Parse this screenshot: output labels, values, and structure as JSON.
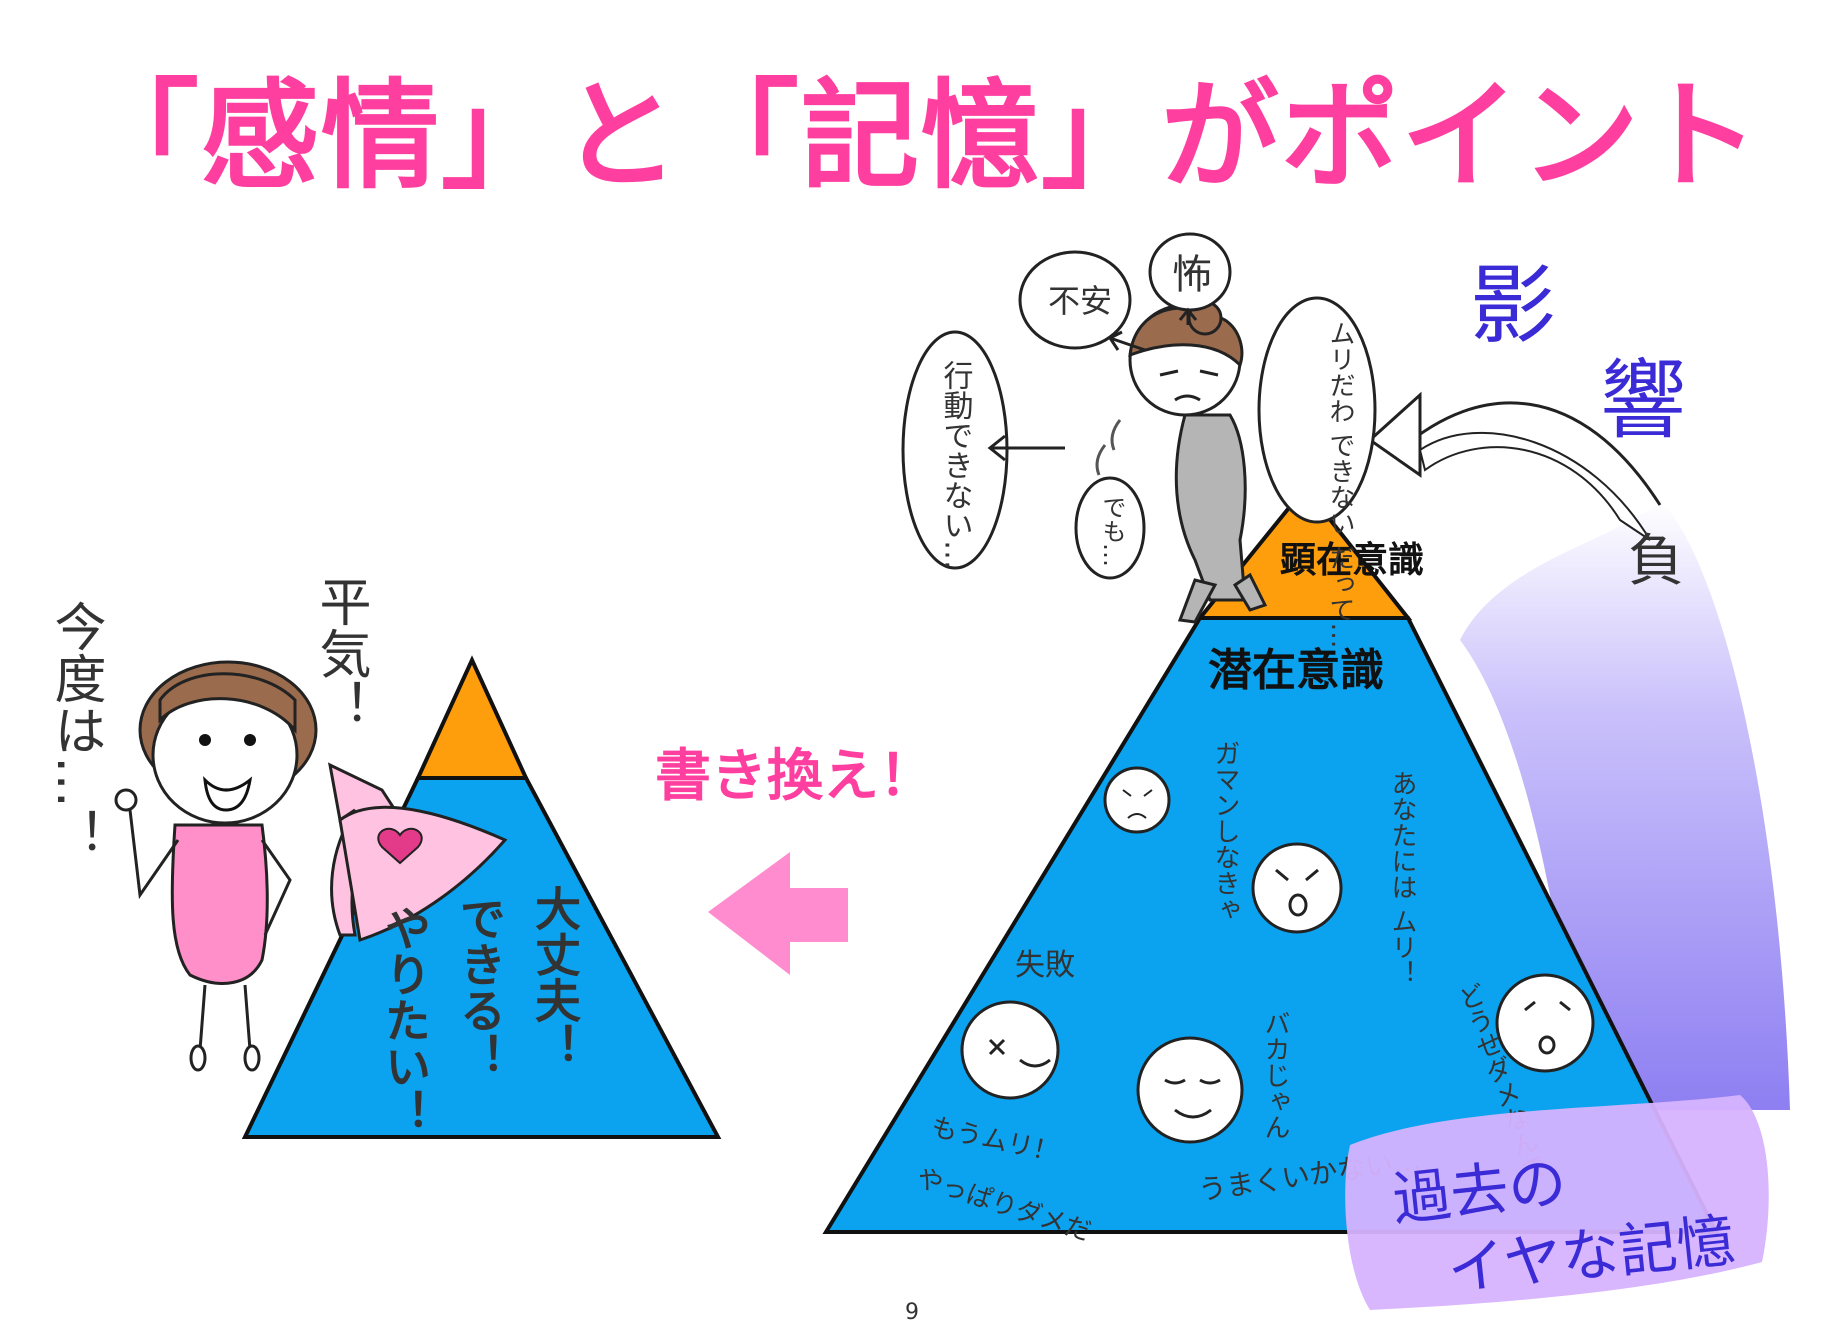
{
  "title": "「感情」と「記憶」がポイント",
  "colors": {
    "title": "#ff3fa0",
    "blue": "#0ba3ef",
    "orange": "#ff9e0c",
    "pink_arrow": "#ff8ccf",
    "pink_label": "#ff3fa0",
    "purple": "#9b8cf5",
    "lavender": "#d6b3ff",
    "dark_blue_text": "#3a2bd6"
  },
  "left": {
    "char_text1": "今度は…！",
    "char_text2": "平気！",
    "pyramid_lines": [
      "大丈夫！",
      "できる！",
      "やりたい！"
    ]
  },
  "middle": {
    "rewrite_label": "書き換え！"
  },
  "right": {
    "top_label": "顕在意識",
    "bottom_label": "潜在意識",
    "influence_1": "影",
    "influence_2": "響",
    "negative": "負",
    "memory_label_1": "過去の",
    "memory_label_2": "イヤな記憶",
    "bubbles": {
      "anxiety": "不安",
      "fear": "怖",
      "cant_act": "行動できない…",
      "impossible": "ムリだわ できない だって…",
      "but": "でも…"
    },
    "inner_texts": {
      "endure": "ガマンしなきゃ",
      "you_cant": "あなたには ムリ！",
      "failure": "失敗",
      "already": "もうムリ！",
      "useless": "やっぱりダメだ",
      "fool": "バカじゃん",
      "anyway": "どうせダメなんで…",
      "not_well": "うまくいかない…"
    }
  },
  "page_number": "9"
}
